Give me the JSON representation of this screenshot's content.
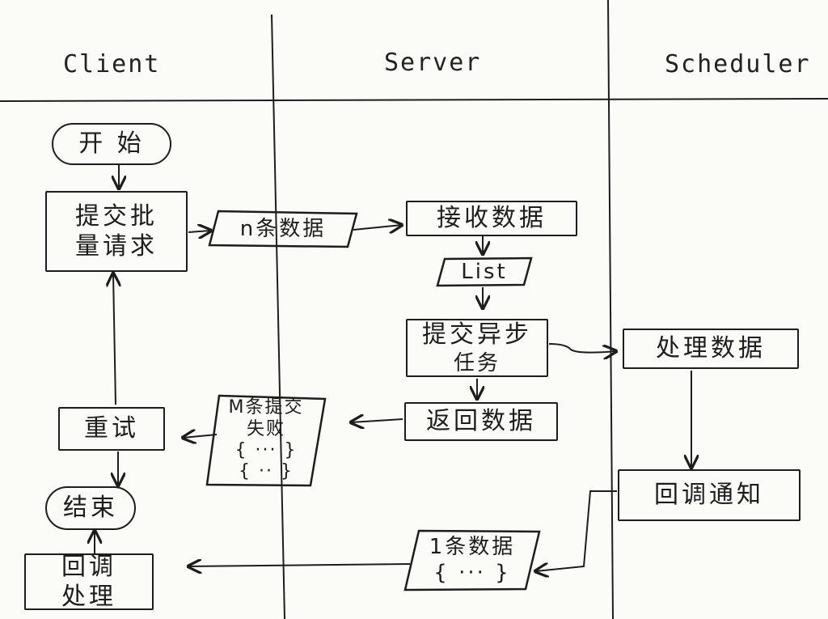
{
  "lanes": {
    "client": "Client",
    "server": "Server",
    "scheduler": "Scheduler"
  },
  "nodes": {
    "start": "开 始",
    "submit": [
      "提交批",
      "量请求"
    ],
    "n_data": "n条数据",
    "receive": "接收数据",
    "list": "List",
    "async_task": [
      "提交异步",
      "任务"
    ],
    "process": "处理数据",
    "return": "返回数据",
    "failed": [
      "M条提交",
      "失败",
      "{ ··· }",
      "{ ·· }"
    ],
    "retry": "重试",
    "end": "结束",
    "callback_notify": "回调通知",
    "one_data": [
      "1条数据",
      "{ ··· }"
    ],
    "callback_handle": [
      "回调",
      "处理"
    ]
  },
  "colors": {
    "ink": "#1d1d1d",
    "paper": "#fbfbf8"
  }
}
